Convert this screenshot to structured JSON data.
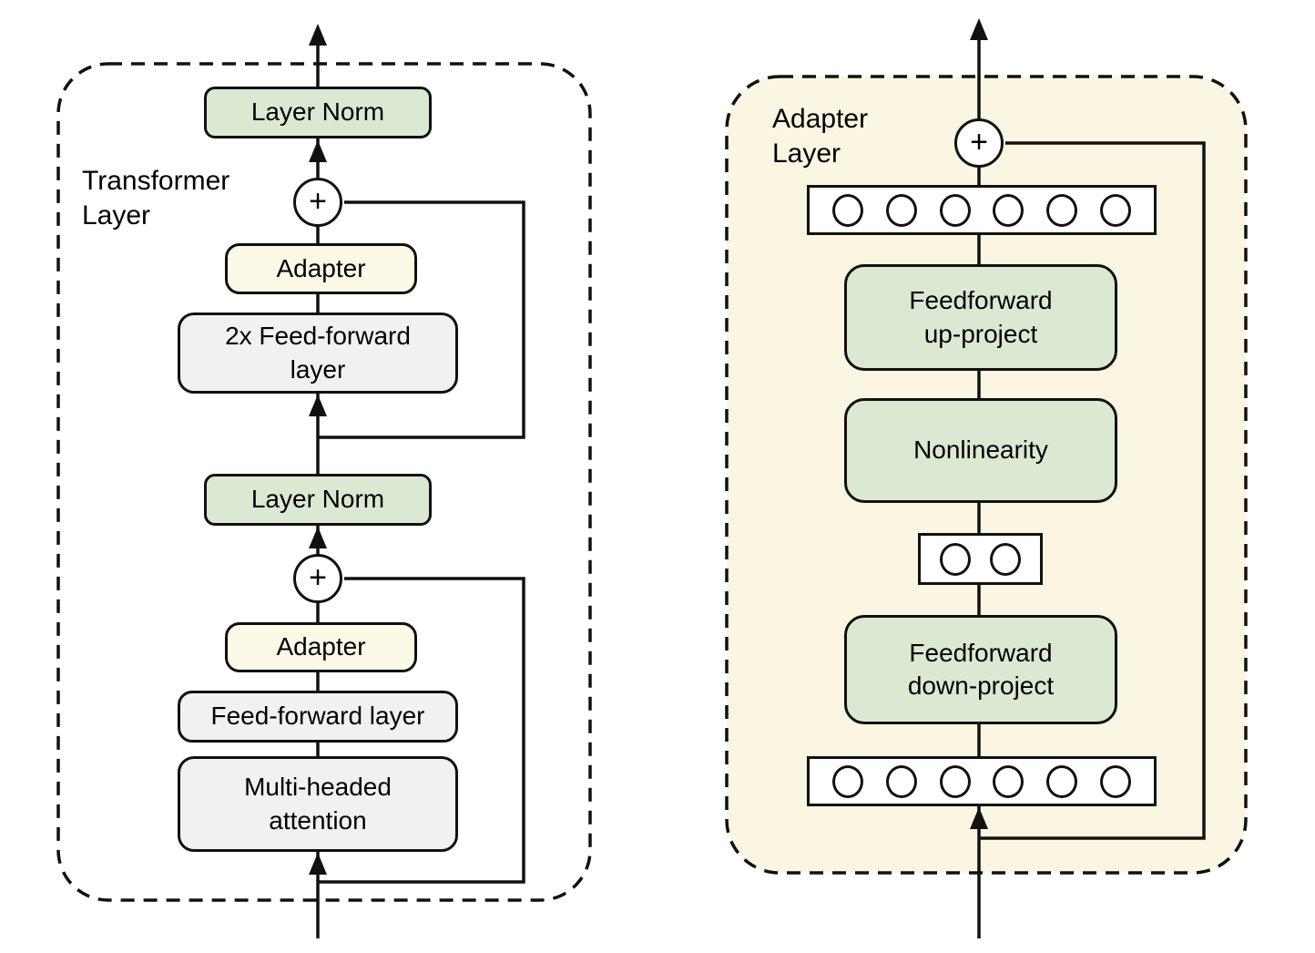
{
  "title": "Adapter architecture diagram",
  "colors": {
    "green_box": "#dbe9d2",
    "pale_yellow_box": "#fcf9e6",
    "gray_box": "#f1f1f1",
    "panel_background": "#faf6e1",
    "line": "#111111",
    "page_background": "#ffffff"
  },
  "left_panel": {
    "label": "Transformer\nLayer",
    "nodes": {
      "layer_norm_top": "Layer Norm",
      "add_top": "+",
      "adapter_top": "Adapter",
      "feedforward_2x": "2x Feed-forward\nlayer",
      "layer_norm_bottom": "Layer Norm",
      "add_bottom": "+",
      "adapter_bottom": "Adapter",
      "feedforward": "Feed-forward layer",
      "attention": "Multi-headed\nattention"
    }
  },
  "right_panel": {
    "label": "Adapter\nLayer",
    "nodes": {
      "add": "+",
      "feedforward_up": "Feedforward\nup-project",
      "nonlinearity": "Nonlinearity",
      "feedforward_down": "Feedforward\ndown-project"
    },
    "feature_rows": {
      "top_count": 6,
      "bottleneck_count": 2,
      "bottom_count": 6
    }
  }
}
